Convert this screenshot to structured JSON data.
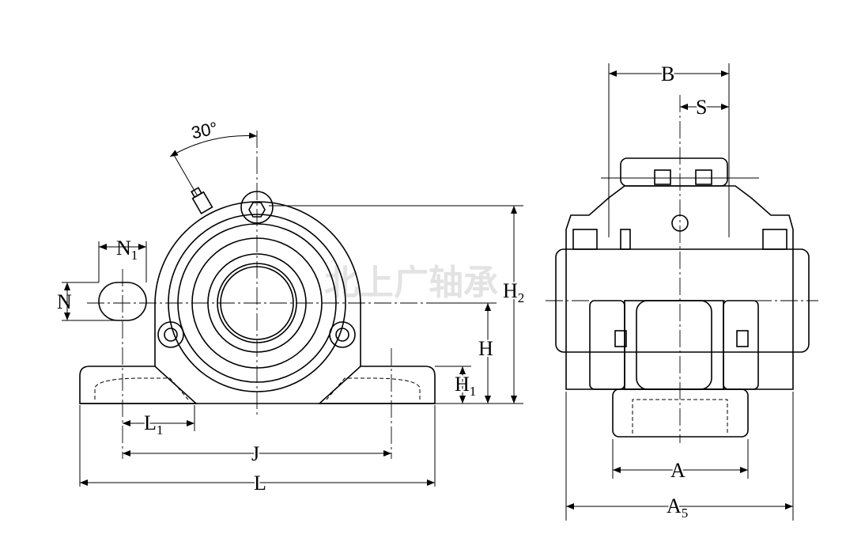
{
  "title": "Pillow block bearing dimension drawing",
  "watermark": "北上广轴承",
  "front_view": {
    "angle_label": "30°",
    "dims": {
      "N1": {
        "main": "N",
        "sub": "1"
      },
      "N": {
        "main": "N"
      },
      "H2": {
        "main": "H",
        "sub": "2"
      },
      "H": {
        "main": "H"
      },
      "H1": {
        "main": "H",
        "sub": "1"
      },
      "L1": {
        "main": "L",
        "sub": "1"
      },
      "J": {
        "main": "J"
      },
      "L": {
        "main": "L"
      }
    }
  },
  "side_view": {
    "dims": {
      "B": {
        "main": "B"
      },
      "S": {
        "main": "S"
      },
      "A": {
        "main": "A"
      },
      "A5": {
        "main": "A",
        "sub": "5"
      }
    }
  }
}
